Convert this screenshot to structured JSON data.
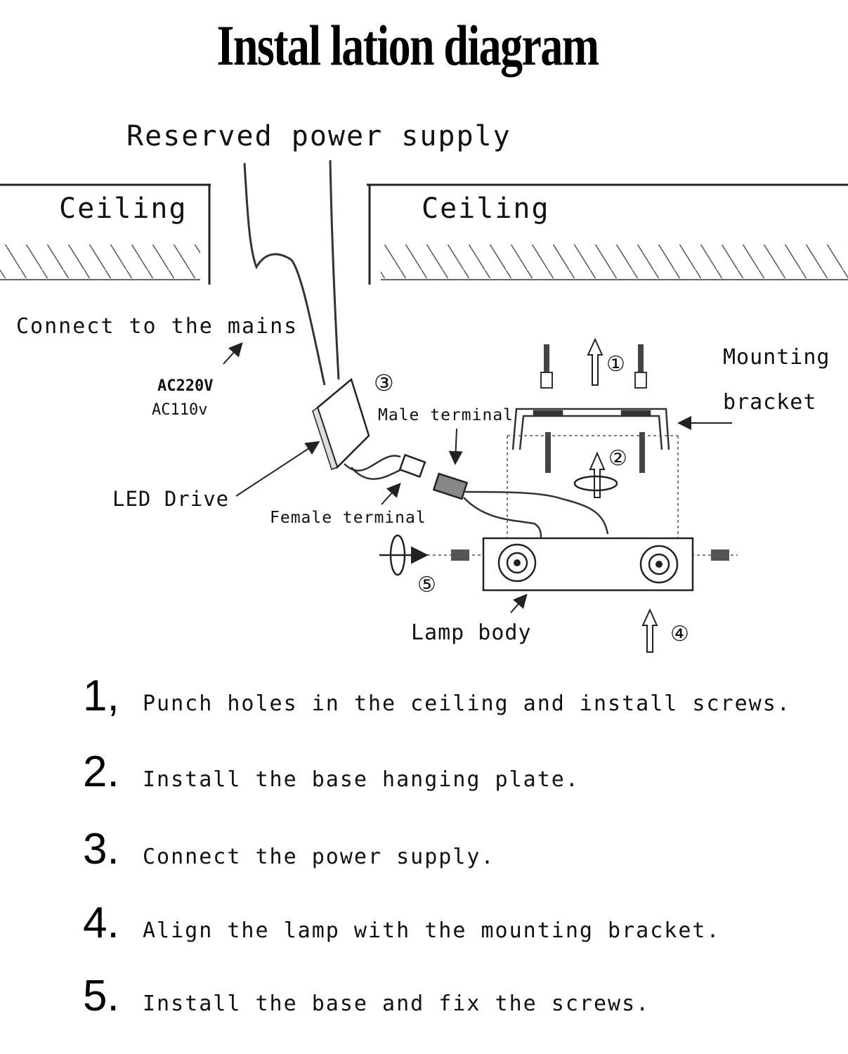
{
  "title": "Instal lation diagram",
  "labels": {
    "reserved_power": "Reserved power supply",
    "ceiling_left": "Ceiling",
    "ceiling_right": "Ceiling",
    "connect_mains": "Connect to the mains",
    "ac220": "AC220V",
    "ac110": "AC110v",
    "led_drive": "LED Drive",
    "male_terminal": "Male terminal",
    "female_terminal": "Female terminal",
    "mounting": "Mounting",
    "bracket": "bracket",
    "lamp_body": "Lamp body"
  },
  "markers": [
    "①",
    "②",
    "③",
    "④",
    "⑤"
  ],
  "steps": [
    {
      "num": "1,",
      "text": "Punch holes in the ceiling and install screws."
    },
    {
      "num": "2.",
      "text": "Install the base hanging plate."
    },
    {
      "num": "3.",
      "text": "Connect the power supply."
    },
    {
      "num": "4.",
      "text": "Align the lamp with the mounting bracket."
    },
    {
      "num": "5.",
      "text": "Install the base and fix the screws."
    }
  ]
}
